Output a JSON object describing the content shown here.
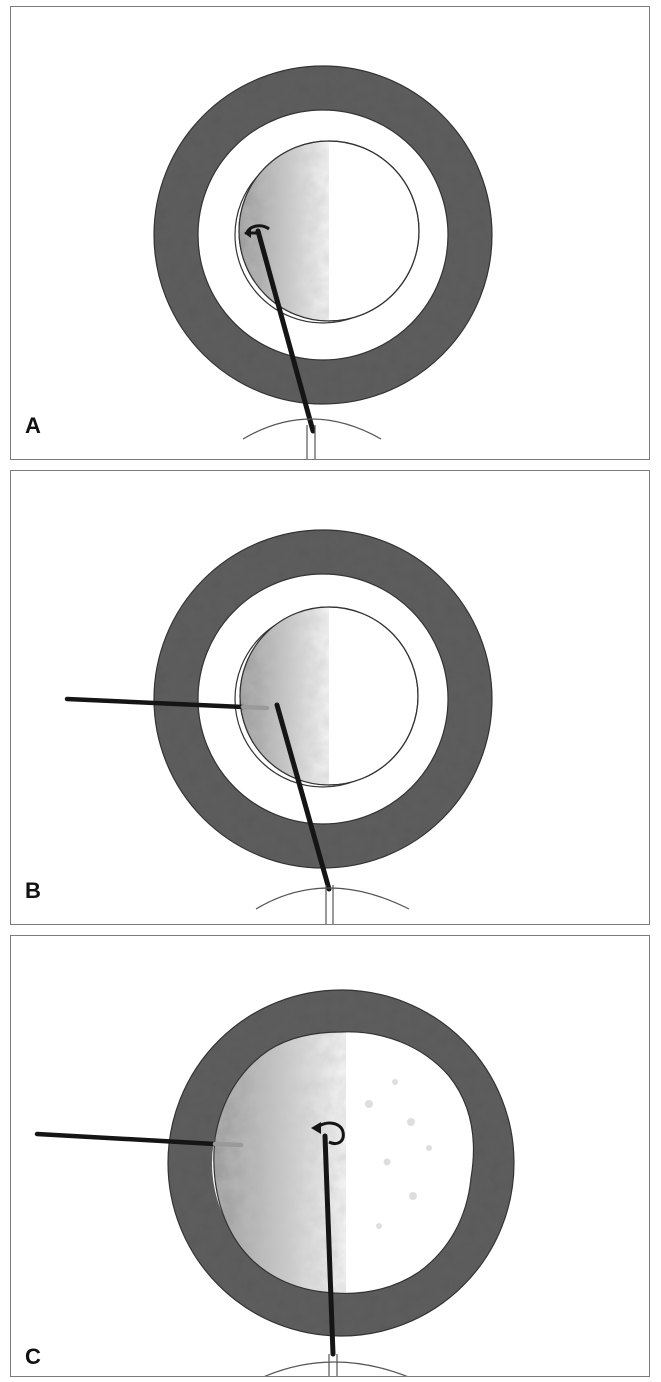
{
  "panels": [
    {
      "id": "A",
      "label": "A"
    },
    {
      "id": "B",
      "label": "B"
    },
    {
      "id": "C",
      "label": "C"
    }
  ],
  "colors": {
    "ring_dark": "#3a3a3a",
    "ring_light": "#8d8d8d",
    "cataract_shade": "#b8b8b8",
    "instrument": "#151515",
    "outline": "#333333",
    "frame": "#7a7a7a"
  }
}
